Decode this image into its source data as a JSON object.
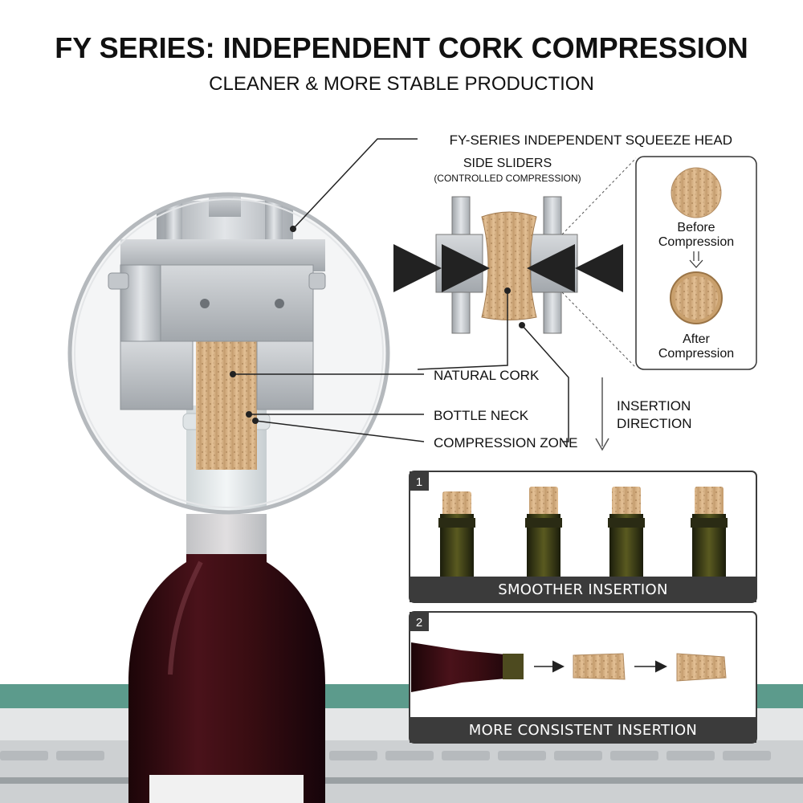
{
  "header": {
    "title": "FY SERIES: INDEPENDENT CORK COMPRESSION",
    "subtitle": "CLEANER & MORE STABLE PRODUCTION"
  },
  "callouts": {
    "squeeze_head": "FY-SERIES INDEPENDENT SQUEEZE HEAD",
    "side_sliders": "SIDE SLIDERS",
    "side_sliders_note": "(CONTROLLED COMPRESSION)",
    "natural_cork": "NATURAL CORK",
    "bottle_neck": "BOTTLE NECK",
    "compression_zone": "COMPRESSION ZONE",
    "insertion_direction_line1": "INSERTION",
    "insertion_direction_line2": "DIRECTION"
  },
  "compare": {
    "before_line1": "Before",
    "before_line2": "Compression",
    "after_line1": "After",
    "after_line2": "Compression"
  },
  "panels": [
    {
      "number": "1",
      "label": "SMOOTHER INSERTION"
    },
    {
      "number": "2",
      "label": "MORE CONSISTENT INSERTION"
    }
  ],
  "colors": {
    "cork": "#d9b489",
    "wine": "#3a0d12",
    "metal": "#b8bcc0",
    "panel_bar": "#3b3b3b",
    "conveyor": "#3f8a78"
  }
}
